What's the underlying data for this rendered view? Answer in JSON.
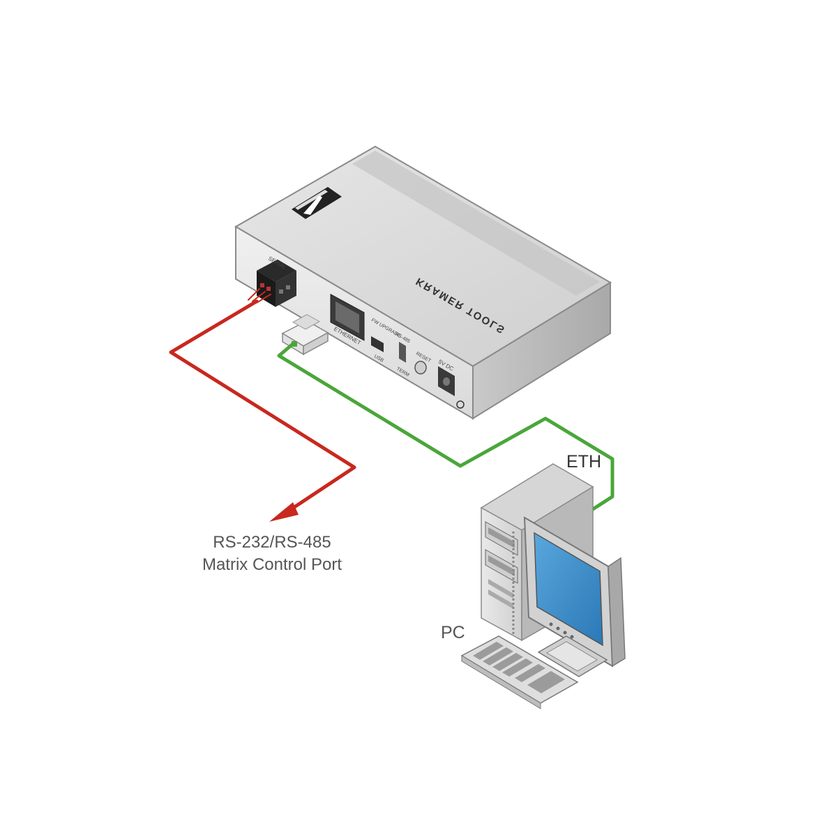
{
  "device": {
    "brand_side_text": "KRAMER TOOLS",
    "port_labels": {
      "serial": "SERIAL",
      "ethernet": "ETHERNET",
      "usb": "USB",
      "fw_upgrade": "FW UPGRADE",
      "rs485": "RS-485",
      "term": "TERM",
      "reset": "RESET",
      "power": "5V DC"
    }
  },
  "labels": {
    "rs_line1": "RS-232/RS-485",
    "rs_line2": "Matrix Control Port",
    "eth": "ETH",
    "pc": "PC"
  },
  "colors": {
    "serial_cable": "#c8281e",
    "eth_cable": "#4aa63a",
    "device_top": "#dcdcdc",
    "device_front": "#e8e8e8",
    "device_side": "#bfbfbf",
    "screen": "#3f8fcc"
  }
}
